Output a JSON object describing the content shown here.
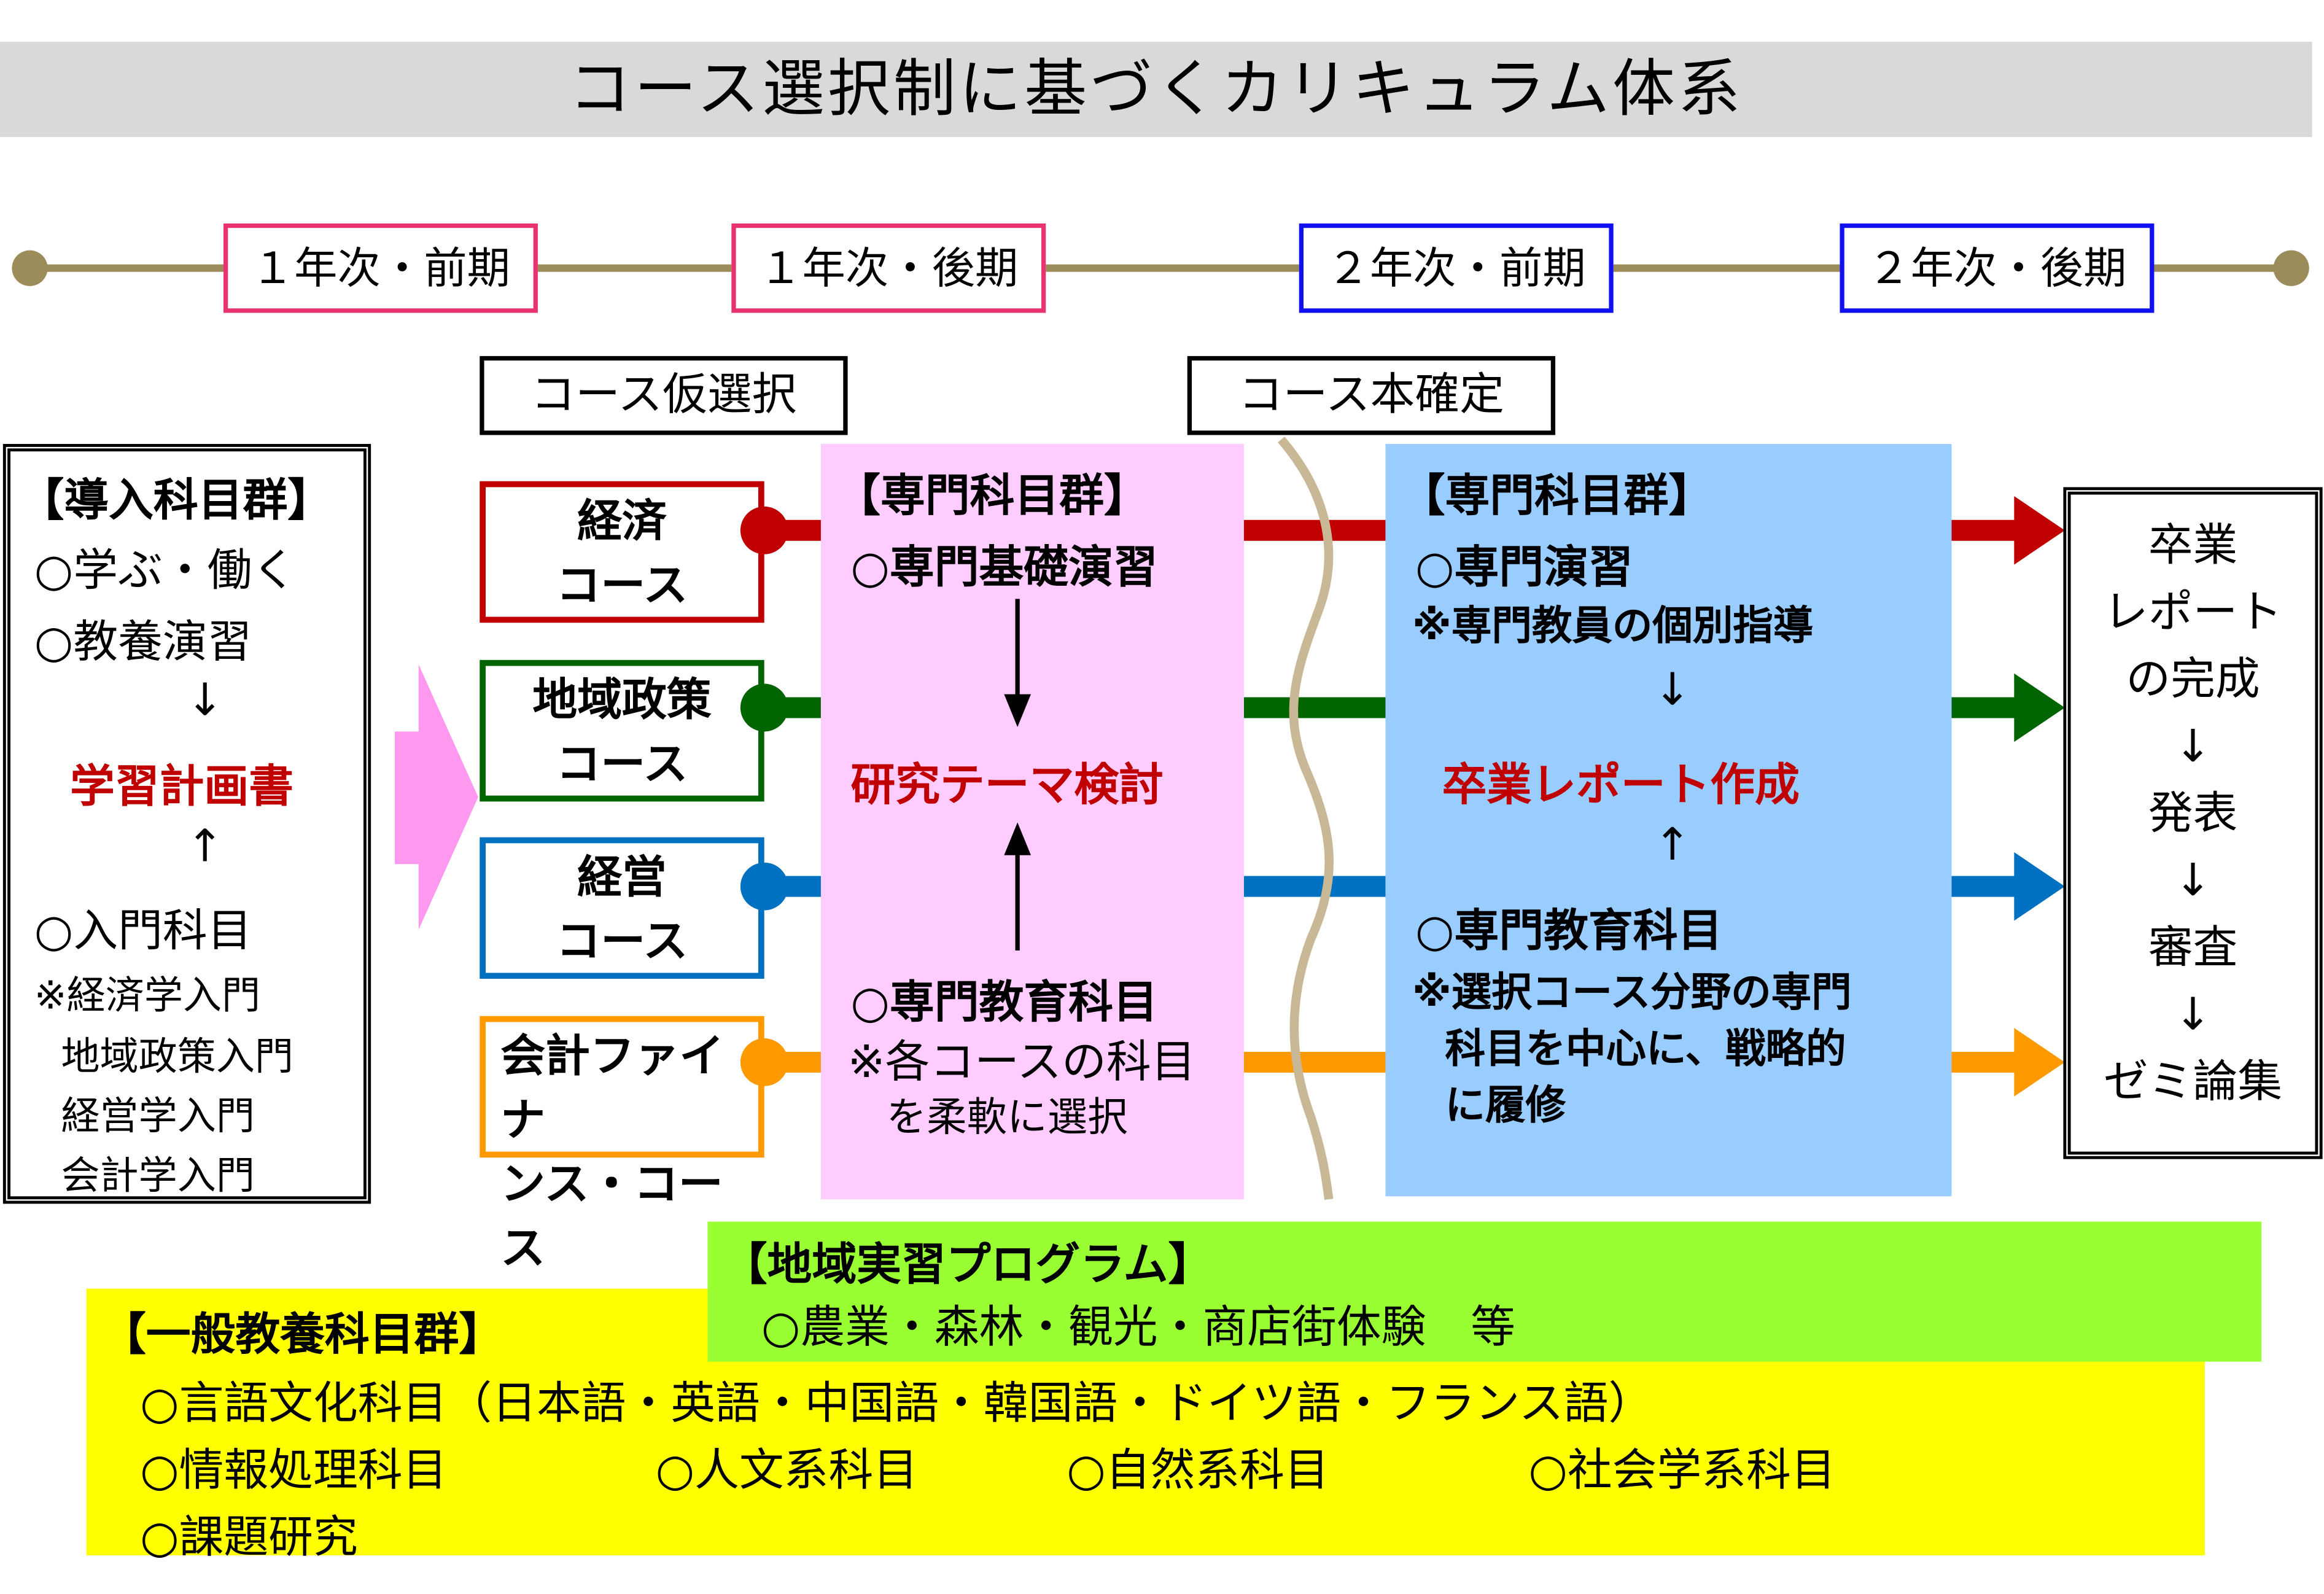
{
  "title": "コース選択制に基づくカリキュラム体系",
  "timeline": [
    {
      "label": "１年次・前期",
      "color": "#e8336e"
    },
    {
      "label": "１年次・後期",
      "color": "#e8336e"
    },
    {
      "label": "２年次・前期",
      "color": "#1010f0"
    },
    {
      "label": "２年次・後期",
      "color": "#1010f0"
    }
  ],
  "stages": {
    "provisional": "コース仮選択",
    "final": "コース本確定"
  },
  "intro": {
    "heading": "【導入科目群】",
    "items": [
      "○学ぶ・働く",
      "○教養演習"
    ],
    "down_arrow": "↓",
    "plan": "学習計画書",
    "up_arrow": "↑",
    "basic": "○入門科目",
    "basic_list": [
      "※経済学入門",
      "地域政策入門",
      "経営学入門",
      "会計学入門"
    ]
  },
  "courses": [
    {
      "line1": "経済",
      "line2": "コース",
      "color": "#c00000"
    },
    {
      "line1": "地域政策",
      "line2": "コース",
      "color": "#006400"
    },
    {
      "line1": "経営",
      "line2": "コース",
      "color": "#0070c0"
    },
    {
      "line1": "会計ファイナ",
      "line2": "ンス・コース",
      "color": "#ff9900"
    }
  ],
  "year1": {
    "heading": "【専門科目群】",
    "seminar": "○専門基礎演習",
    "theme": "研究テーマ検討",
    "subjects": "○専門教育科目",
    "note1": "※各コースの科目",
    "note2": "を柔軟に選択"
  },
  "year2": {
    "heading": "【専門科目群】",
    "seminar": "○専門演習",
    "guidance": "※専門教員の個別指導",
    "down_arrow": "↓",
    "report": "卒業レポート作成",
    "up_arrow": "↑",
    "subjects": "○専門教育科目",
    "note1": "※選択コース分野の専門",
    "note2": "科目を中心に、戦略的",
    "note3": "に履修"
  },
  "outcome": {
    "lines": [
      "卒業",
      "レポート",
      "の完成",
      "↓",
      "発表",
      "↓",
      "審査",
      "↓",
      "ゼミ論集"
    ]
  },
  "regional": {
    "heading": "【地域実習プログラム】",
    "items": "○農業・森林・観光・商店街体験　等"
  },
  "general": {
    "heading": "【一般教養科目群】",
    "languages": "○言語文化科目（日本語・英語・中国語・韓国語・ドイツ語・フランス語）",
    "info": "○情報処理科目",
    "humanities": "○人文系科目",
    "natural": "○自然系科目",
    "social": "○社会学系科目",
    "project": "○課題研究"
  }
}
